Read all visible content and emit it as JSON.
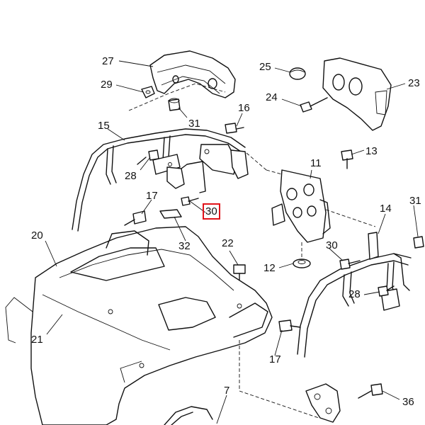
{
  "callouts": [
    {
      "id": "c27",
      "label": "27"
    },
    {
      "id": "c29",
      "label": "29"
    },
    {
      "id": "c31a",
      "label": "31"
    },
    {
      "id": "c25",
      "label": "25"
    },
    {
      "id": "c23",
      "label": "23"
    },
    {
      "id": "c24",
      "label": "24"
    },
    {
      "id": "c16",
      "label": "16"
    },
    {
      "id": "c15",
      "label": "15"
    },
    {
      "id": "c13",
      "label": "13"
    },
    {
      "id": "c28a",
      "label": "28"
    },
    {
      "id": "c11",
      "label": "11"
    },
    {
      "id": "c17a",
      "label": "17"
    },
    {
      "id": "c30a",
      "label": "30"
    },
    {
      "id": "c14",
      "label": "14"
    },
    {
      "id": "c31b",
      "label": "31"
    },
    {
      "id": "c20",
      "label": "20"
    },
    {
      "id": "c32",
      "label": "32"
    },
    {
      "id": "c22",
      "label": "22"
    },
    {
      "id": "c30b",
      "label": "30"
    },
    {
      "id": "c12",
      "label": "12"
    },
    {
      "id": "c28b",
      "label": "28"
    },
    {
      "id": "c21",
      "label": "21"
    },
    {
      "id": "c17b",
      "label": "17"
    },
    {
      "id": "c7",
      "label": "7"
    },
    {
      "id": "c36",
      "label": "36"
    }
  ],
  "highlight": {
    "callout": "c30a",
    "color": "#e0141b"
  }
}
